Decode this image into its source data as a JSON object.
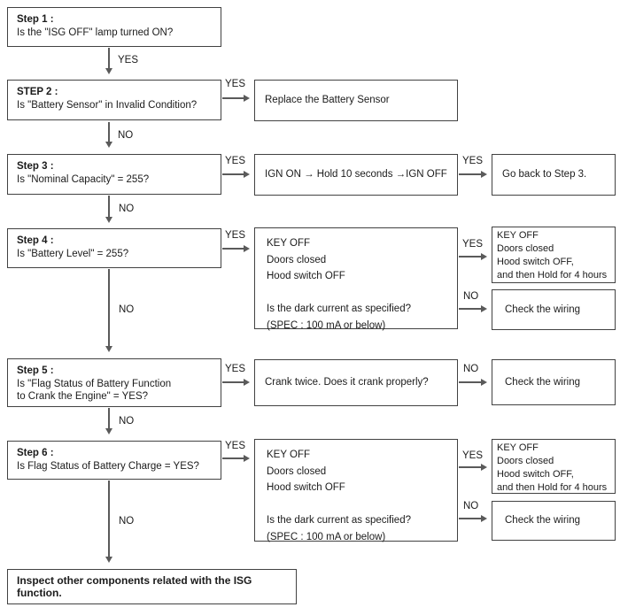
{
  "colors": {
    "background": "#ffffff",
    "box_border": "#424242",
    "arrow": "#5a5a5a",
    "text": "#1b1b1b"
  },
  "flowchart": {
    "steps": {
      "step1": {
        "title": "Step 1 :",
        "question": "Is the \"ISG OFF\" lamp turned ON?"
      },
      "step2": {
        "title": "STEP 2 :",
        "question": "Is \"Battery Sensor\" in Invalid Condition?"
      },
      "step3": {
        "title": "Step 3 :",
        "question": "Is \"Nominal Capacity\" = 255?"
      },
      "step4": {
        "title": "Step 4 :",
        "question": "Is \"Battery Level\" = 255?"
      },
      "step5": {
        "title": "Step 5 :",
        "question": "Is \"Flag Status of Battery Function\nto Crank the Engine\" = YES?"
      },
      "step6": {
        "title": "Step 6 :",
        "question": "Is Flag Status of Battery Charge = YES?"
      }
    },
    "actions": {
      "replace_sensor": "Replace the Battery Sensor",
      "ign_cycle": "IGN ON → Hold 10 seconds →IGN OFF",
      "go_back_step3": "Go back to Step 3.",
      "dark_current_check_1": "KEY OFF\nDoors closed\nHood switch OFF\n\nIs the dark current as specified?\n(SPEC : 100 mA or below)",
      "hold_4_hours_1": "KEY OFF\nDoors closed\nHood switch OFF,\nand then Hold for 4 hours",
      "check_wiring_1": "Check the wiring",
      "crank_twice": "Crank twice. Does it crank properly?",
      "check_wiring_2": "Check the wiring",
      "dark_current_check_2": "KEY OFF\nDoors closed\nHood switch OFF\n\nIs the dark current as specified?\n(SPEC : 100 mA or below)",
      "hold_4_hours_2": "KEY OFF\nDoors closed\nHood switch OFF,\nand then Hold for 4 hours",
      "check_wiring_3": "Check the wiring",
      "final": "Inspect other components related with the ISG function."
    },
    "labels": {
      "yes": "YES",
      "no": "NO"
    }
  }
}
